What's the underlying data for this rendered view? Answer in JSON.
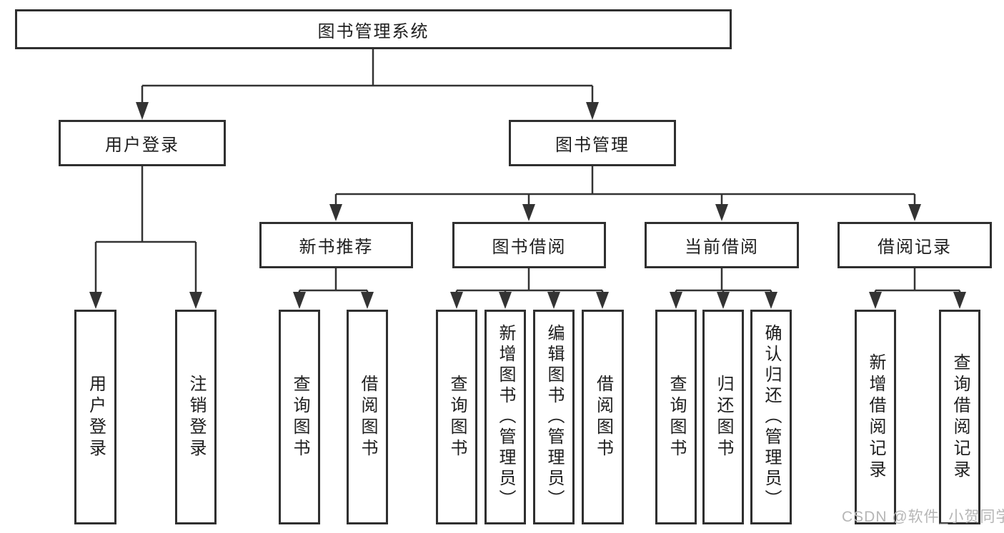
{
  "style": {
    "line_color": "#333333",
    "box_border_color": "#2f2f2f",
    "box_background": "#ffffff",
    "text_color": "#1e1e1e",
    "watermark_color": "#b6b6b6"
  },
  "tree": {
    "label": "图书管理系统",
    "children": [
      {
        "label": "用户登录",
        "children": [
          {
            "label": "用户登录"
          },
          {
            "label": "注销登录"
          }
        ]
      },
      {
        "label": "图书管理",
        "children": [
          {
            "label": "新书推荐",
            "children": [
              {
                "label": "查询图书"
              },
              {
                "label": "借阅图书"
              }
            ]
          },
          {
            "label": "图书借阅",
            "children": [
              {
                "label": "查询图书"
              },
              {
                "label": "新增图书（管理员）"
              },
              {
                "label": "编辑图书（管理员）"
              },
              {
                "label": "借阅图书"
              }
            ]
          },
          {
            "label": "当前借阅",
            "children": [
              {
                "label": "查询图书"
              },
              {
                "label": "归还图书"
              },
              {
                "label": "确认归还（管理员）"
              }
            ]
          },
          {
            "label": "借阅记录",
            "children": [
              {
                "label": "新增借阅记录"
              },
              {
                "label": "查询借阅记录"
              }
            ]
          }
        ]
      }
    ]
  },
  "watermark": {
    "text": "CSDN @软件_小贺同学"
  }
}
